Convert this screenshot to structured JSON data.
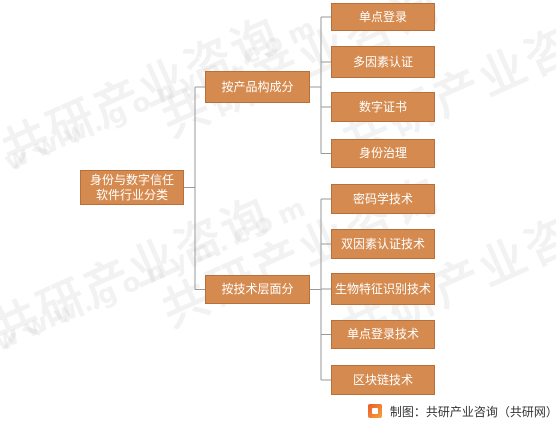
{
  "root": {
    "label": "身份与数字信任软件行业分类"
  },
  "branches": [
    {
      "label": "按产品构成分",
      "children": [
        "单点登录",
        "多因素认证",
        "数字证书",
        "身份治理"
      ]
    },
    {
      "label": "按技术层面分",
      "children": [
        "密码学技术",
        "双因素认证技术",
        "生物特征识别技术",
        "单点登录技术",
        "区块链技术"
      ]
    }
  ],
  "watermark": {
    "text": "共研产业咨询",
    "url": "www.gonyn.com"
  },
  "footer": {
    "source": "制图：共研产业咨询（共研网）"
  },
  "colors": {
    "box": "#d58a4f",
    "border": "#b8703a",
    "line": "#9a9a9a"
  }
}
